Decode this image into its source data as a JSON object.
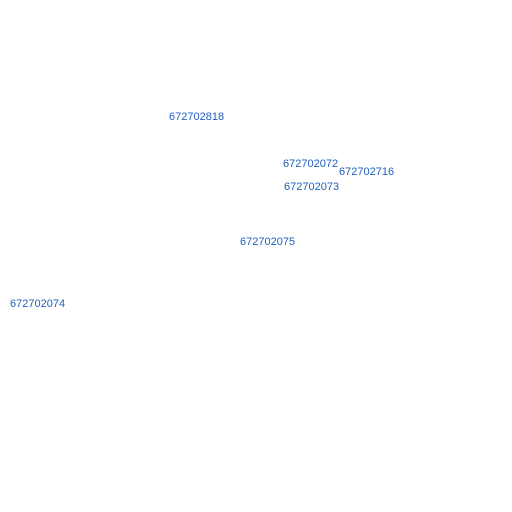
{
  "map": {
    "label_color": "#1f5fbf",
    "labels": [
      {
        "id": "672702818"
      },
      {
        "id": "672702072"
      },
      {
        "id": "672702716"
      },
      {
        "id": "672702073"
      },
      {
        "id": "672702075"
      },
      {
        "id": "672702074"
      }
    ]
  }
}
